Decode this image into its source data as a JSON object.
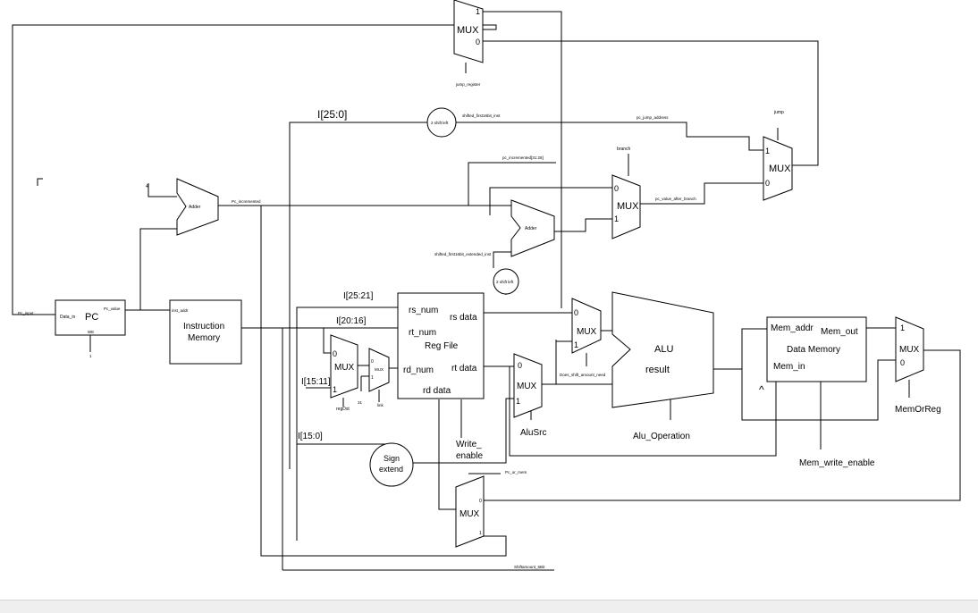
{
  "blocks": {
    "pc": {
      "title": "PC",
      "data_in": "Data_in",
      "pc_value": "Pc_value",
      "we": "WE",
      "we_val": "1"
    },
    "adder_pc": {
      "label": "Adder",
      "const": "4",
      "out": "Pc_incremented"
    },
    "instr_mem": {
      "line1": "Instruction",
      "line2": "Memory",
      "in": "inst_addr"
    },
    "reg_file": {
      "rs_num": "rs_num",
      "rt_num": "rt_num",
      "title": "Reg File",
      "rd_num": "rd_num",
      "rs_data": "rs data",
      "rt_data": "rt data",
      "rd_data": "rd data",
      "write_enable_1": "Write_",
      "write_enable_2": "enable"
    },
    "mux_top": {
      "label": "MUX",
      "in1": "1",
      "in0": "0",
      "sel": "jump_register"
    },
    "mux_jump": {
      "label": "MUX",
      "in1": "1",
      "in0": "0",
      "sel": "jump"
    },
    "mux_branch": {
      "label": "MUX",
      "in0": "0",
      "in1": "1",
      "sel": "branch",
      "out": "pc_value_after_branch"
    },
    "adder_branch": {
      "label": "Adder",
      "in": "shifted_first16bit_extended_inst"
    },
    "shift_jump": {
      "label": "2 shift left",
      "in": "I[25:0]",
      "out": "shifted_first16bit_inst",
      "pc_upper": "pc_incremented[31:28]",
      "addr": "pc_jump_address"
    },
    "shift_branch": {
      "label": "2 shift left"
    },
    "mux_regdst": {
      "label": "MUX",
      "in0": "0",
      "in1": "1",
      "sel": "regDst"
    },
    "mux_link": {
      "label": "MUX",
      "in0": "0",
      "in1": "1",
      "v31": "31",
      "sel": "link"
    },
    "mux_alusrc": {
      "label": "MUX",
      "in0": "0",
      "in1": "1",
      "sel": "AluSrc"
    },
    "mux_shamt": {
      "label": "MUX",
      "in0": "0",
      "in1": "1",
      "sel": "Does_shift_amount_need"
    },
    "mux_bottom": {
      "label": "MUX",
      "in0": "0",
      "in1": "1",
      "sel": "Pc_or_mem",
      "shamt": "Shiftamount_5Bit"
    },
    "alu": {
      "title": "ALU",
      "result": "result",
      "op": "Alu_Operation"
    },
    "data_mem": {
      "addr": "Mem_addr",
      "out": "Mem_out",
      "title": "Data Memory",
      "in": "Mem_in",
      "we": "Mem_write_enable"
    },
    "mux_memreg": {
      "label": "MUX",
      "in1": "1",
      "in0": "0",
      "sel": "MemOrReg"
    },
    "sign_extend": {
      "line1": "Sign",
      "line2": "extend"
    }
  },
  "signals": {
    "pc_input": "Pc_input",
    "i2521": "I[25:21]",
    "i2016": "I[20:16]",
    "i1511": "I[15:11]",
    "i150": "I[15:0]",
    "hook": "^"
  }
}
